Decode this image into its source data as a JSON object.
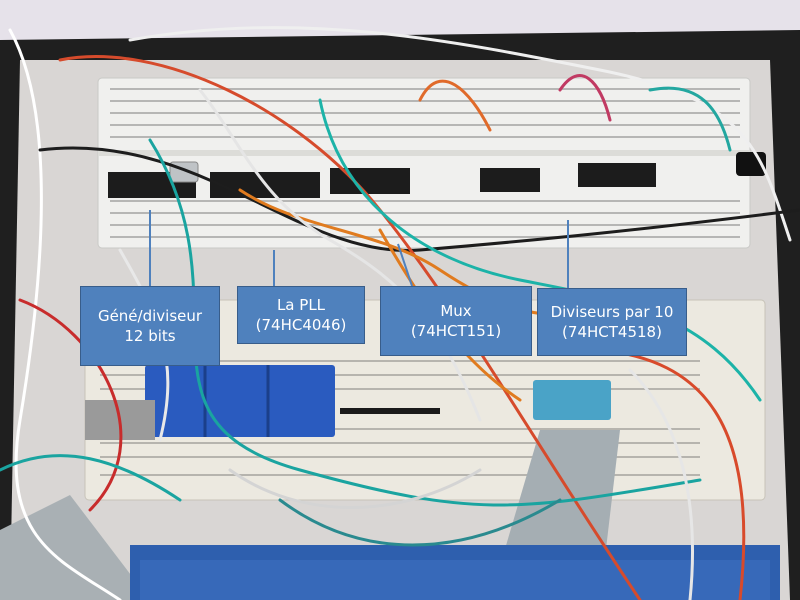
{
  "photo": {
    "subject": "electronic circuit on solderless breadboards with many jumper wires"
  },
  "labels": {
    "gene_diviseur": {
      "line1": "Géné/diviseur",
      "line2": "12 bits"
    },
    "pll": {
      "line1": "La PLL",
      "line2": "(74HC4046)"
    },
    "mux": {
      "line1": "Mux",
      "line2": "(74HCT151)"
    },
    "diviseurs": {
      "line1": "Diviseurs par 10",
      "line2": "(74HCT4518)"
    }
  },
  "colors": {
    "callout_fill": "#4f81bd",
    "callout_border": "#385d8a",
    "callout_text": "#ffffff"
  }
}
